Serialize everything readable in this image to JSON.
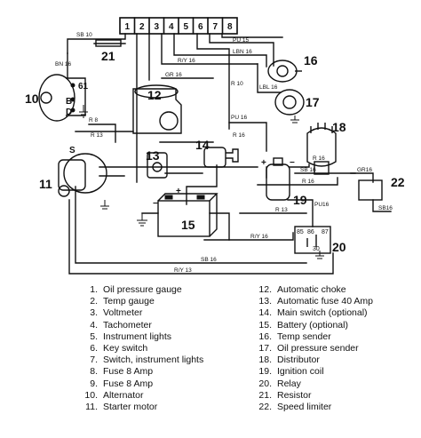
{
  "diagram": {
    "fuse_box_terminals": [
      "1",
      "2",
      "3",
      "4",
      "5",
      "6",
      "7",
      "8"
    ],
    "component_numbers": {
      "c10": "10",
      "c11": "11",
      "c12": "12",
      "c13": "13",
      "c14": "14",
      "c15": "15",
      "c16": "16",
      "c17": "17",
      "c18": "18",
      "c19": "19",
      "c20": "20",
      "c21": "21",
      "c22": "22"
    },
    "terminal_labels": {
      "alt_b": "B",
      "alt_61": "61",
      "alt_d": "D",
      "starter_s": "S",
      "bat_plus": "+",
      "bat_minus": "−",
      "coil_plus": "+",
      "coil_minus": "−",
      "relay_85": "85",
      "relay_86": "86",
      "relay_87": "87",
      "relay_30": "30"
    },
    "wire_labels": {
      "w1": "SB 10",
      "w2": "BN 16",
      "w3": "PU 15",
      "w4": "LBN 16",
      "w5": "R/Y 16",
      "w6": "GR 16",
      "w7": "R 10",
      "w8": "LBL 16",
      "w9": "PU 16",
      "w10": "R 8",
      "w11": "R 13",
      "w12": "R 16",
      "w13": "SB 16",
      "w14": "R 16",
      "w15": "PU16",
      "w16": "R 13",
      "w17": "R/Y 16",
      "w18": "SB 16",
      "w19": "R/Y 13",
      "w20": "GR16",
      "w21": "SB16",
      "w22": "R 16"
    }
  },
  "legend": {
    "left": [
      {
        "n": "1.",
        "label": "Oil pressure gauge"
      },
      {
        "n": "2.",
        "label": "Temp gauge"
      },
      {
        "n": "3.",
        "label": "Voltmeter"
      },
      {
        "n": "4.",
        "label": "Tachometer"
      },
      {
        "n": "5.",
        "label": "Instrument lights"
      },
      {
        "n": "6.",
        "label": "Key switch"
      },
      {
        "n": "7.",
        "label": "Switch, instrument lights"
      },
      {
        "n": "8.",
        "label": "Fuse 8 Amp"
      },
      {
        "n": "9.",
        "label": "Fuse 8 Amp"
      },
      {
        "n": "10.",
        "label": "Alternator"
      },
      {
        "n": "11.",
        "label": "Starter motor"
      }
    ],
    "right": [
      {
        "n": "12.",
        "label": "Automatic choke"
      },
      {
        "n": "13.",
        "label": "Automatic fuse 40 Amp"
      },
      {
        "n": "14.",
        "label": "Main switch (optional)"
      },
      {
        "n": "15.",
        "label": "Battery (optional)"
      },
      {
        "n": "16.",
        "label": "Temp sender"
      },
      {
        "n": "17.",
        "label": "Oil pressure sender"
      },
      {
        "n": "18.",
        "label": "Distributor"
      },
      {
        "n": "19.",
        "label": "Ignition coil"
      },
      {
        "n": "20.",
        "label": "Relay"
      },
      {
        "n": "21.",
        "label": "Resistor"
      },
      {
        "n": "22.",
        "label": "Speed limiter"
      }
    ]
  }
}
